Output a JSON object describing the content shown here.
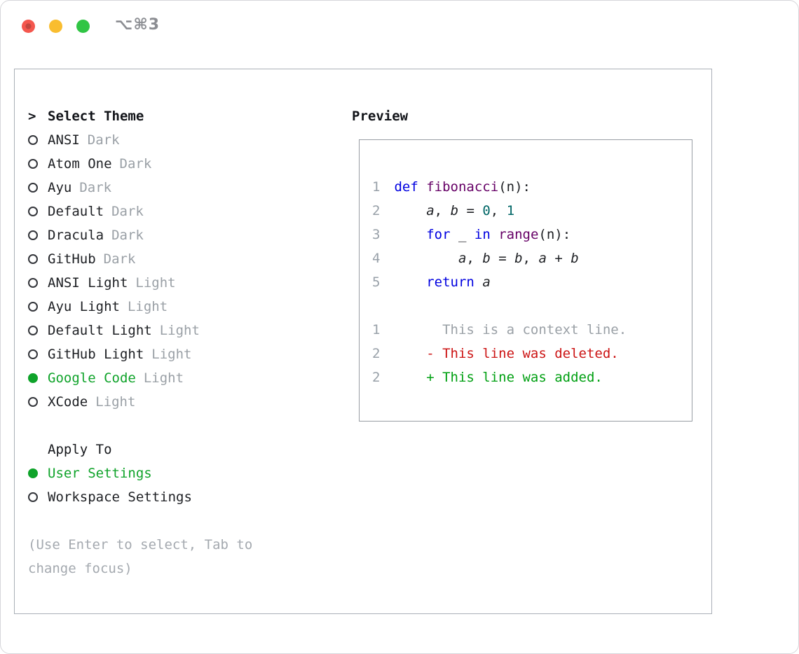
{
  "window": {
    "shortcut_label": "⌥⌘3"
  },
  "colors": {
    "green": "#0fa32a",
    "muted": "#9aa0a6",
    "keyword": "#0000e0",
    "function": "#660066",
    "number_literal": "#006666",
    "deleted": "#cc1414",
    "added": "#00a012",
    "line_number": "#98a0a8"
  },
  "theme_panel": {
    "header_prefix": ">",
    "header": "Select Theme",
    "themes": [
      {
        "name": "ANSI",
        "variant": "Dark",
        "selected": false
      },
      {
        "name": "Atom One",
        "variant": "Dark",
        "selected": false
      },
      {
        "name": "Ayu",
        "variant": "Dark",
        "selected": false
      },
      {
        "name": "Default",
        "variant": "Dark",
        "selected": false
      },
      {
        "name": "Dracula",
        "variant": "Dark",
        "selected": false
      },
      {
        "name": "GitHub",
        "variant": "Dark",
        "selected": false
      },
      {
        "name": "ANSI Light",
        "variant": "Light",
        "selected": false
      },
      {
        "name": "Ayu Light",
        "variant": "Light",
        "selected": false
      },
      {
        "name": "Default Light",
        "variant": "Light",
        "selected": false
      },
      {
        "name": "GitHub Light",
        "variant": "Light",
        "selected": false
      },
      {
        "name": "Google Code",
        "variant": "Light",
        "selected": true
      },
      {
        "name": "XCode",
        "variant": "Light",
        "selected": false
      }
    ],
    "apply_to": {
      "header": "Apply To",
      "options": [
        {
          "label": "User Settings",
          "selected": true
        },
        {
          "label": "Workspace Settings",
          "selected": false
        }
      ]
    },
    "hint_lines": [
      "(Use Enter to select, Tab to",
      "change focus)"
    ]
  },
  "preview": {
    "header": "Preview",
    "code_lines": [
      {
        "num": "1",
        "tokens": [
          {
            "t": "def",
            "c": "kw"
          },
          {
            "t": " "
          },
          {
            "t": "fibonacci",
            "c": "fn"
          },
          {
            "t": "(n):"
          }
        ]
      },
      {
        "num": "2",
        "tokens": [
          {
            "t": "    "
          },
          {
            "t": "a",
            "c": "var"
          },
          {
            "t": ", "
          },
          {
            "t": "b",
            "c": "var"
          },
          {
            "t": " = "
          },
          {
            "t": "0",
            "c": "num"
          },
          {
            "t": ", "
          },
          {
            "t": "1",
            "c": "num"
          }
        ]
      },
      {
        "num": "3",
        "tokens": [
          {
            "t": "    "
          },
          {
            "t": "for",
            "c": "kw"
          },
          {
            "t": " _ "
          },
          {
            "t": "in",
            "c": "kw"
          },
          {
            "t": " "
          },
          {
            "t": "range",
            "c": "fn"
          },
          {
            "t": "(n):"
          }
        ]
      },
      {
        "num": "4",
        "tokens": [
          {
            "t": "        "
          },
          {
            "t": "a",
            "c": "var"
          },
          {
            "t": ", "
          },
          {
            "t": "b",
            "c": "var"
          },
          {
            "t": " = "
          },
          {
            "t": "b",
            "c": "var"
          },
          {
            "t": ", "
          },
          {
            "t": "a",
            "c": "var"
          },
          {
            "t": " + "
          },
          {
            "t": "b",
            "c": "var"
          }
        ]
      },
      {
        "num": "5",
        "tokens": [
          {
            "t": "    "
          },
          {
            "t": "return",
            "c": "kw"
          },
          {
            "t": " "
          },
          {
            "t": "a",
            "c": "var"
          }
        ]
      }
    ],
    "diff_lines": [
      {
        "num": "1",
        "prefix": "  ",
        "text": "This is a context line.",
        "kind": "context"
      },
      {
        "num": "2",
        "prefix": "- ",
        "text": "This line was deleted.",
        "kind": "deleted"
      },
      {
        "num": "2",
        "prefix": "+ ",
        "text": "This line was added.",
        "kind": "added"
      }
    ]
  }
}
